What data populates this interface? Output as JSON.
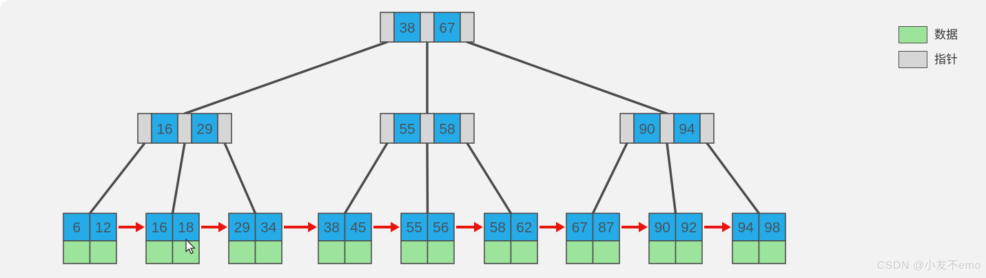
{
  "diagram_type": "b-plus-tree",
  "tree": {
    "root": {
      "keys": [
        "38",
        "67"
      ]
    },
    "internal_nodes": [
      {
        "keys": [
          "16",
          "29"
        ]
      },
      {
        "keys": [
          "55",
          "58"
        ]
      },
      {
        "keys": [
          "90",
          "94"
        ]
      }
    ],
    "leaf_nodes": [
      {
        "keys": [
          "6",
          "12"
        ]
      },
      {
        "keys": [
          "16",
          "18"
        ]
      },
      {
        "keys": [
          "29",
          "34"
        ]
      },
      {
        "keys": [
          "38",
          "45"
        ]
      },
      {
        "keys": [
          "55",
          "56"
        ]
      },
      {
        "keys": [
          "58",
          "62"
        ]
      },
      {
        "keys": [
          "67",
          "87"
        ]
      },
      {
        "keys": [
          "90",
          "92"
        ]
      },
      {
        "keys": [
          "94",
          "98"
        ]
      }
    ]
  },
  "legend": {
    "items": [
      {
        "label": "数据",
        "swatch_color": "#9ce49c"
      },
      {
        "label": "指针",
        "swatch_color": "#d6d6d6"
      }
    ]
  },
  "watermark": "CSDN @小友不emo",
  "icons": {
    "cursor": "mouse-pointer-arrow"
  },
  "colors": {
    "background": "#f2f2f2",
    "key_cell_blue": "#25abe8",
    "data_cell_green": "#9ce49c",
    "pointer_cell_gray": "#d6d6d6",
    "node_border": "#4d4d4d",
    "edge_line": "#4a4a4a",
    "link_arrow_red": "#e8150d",
    "key_text": "#45545e",
    "legend_text": "#333333",
    "watermark_text": "#cbcbcb"
  }
}
